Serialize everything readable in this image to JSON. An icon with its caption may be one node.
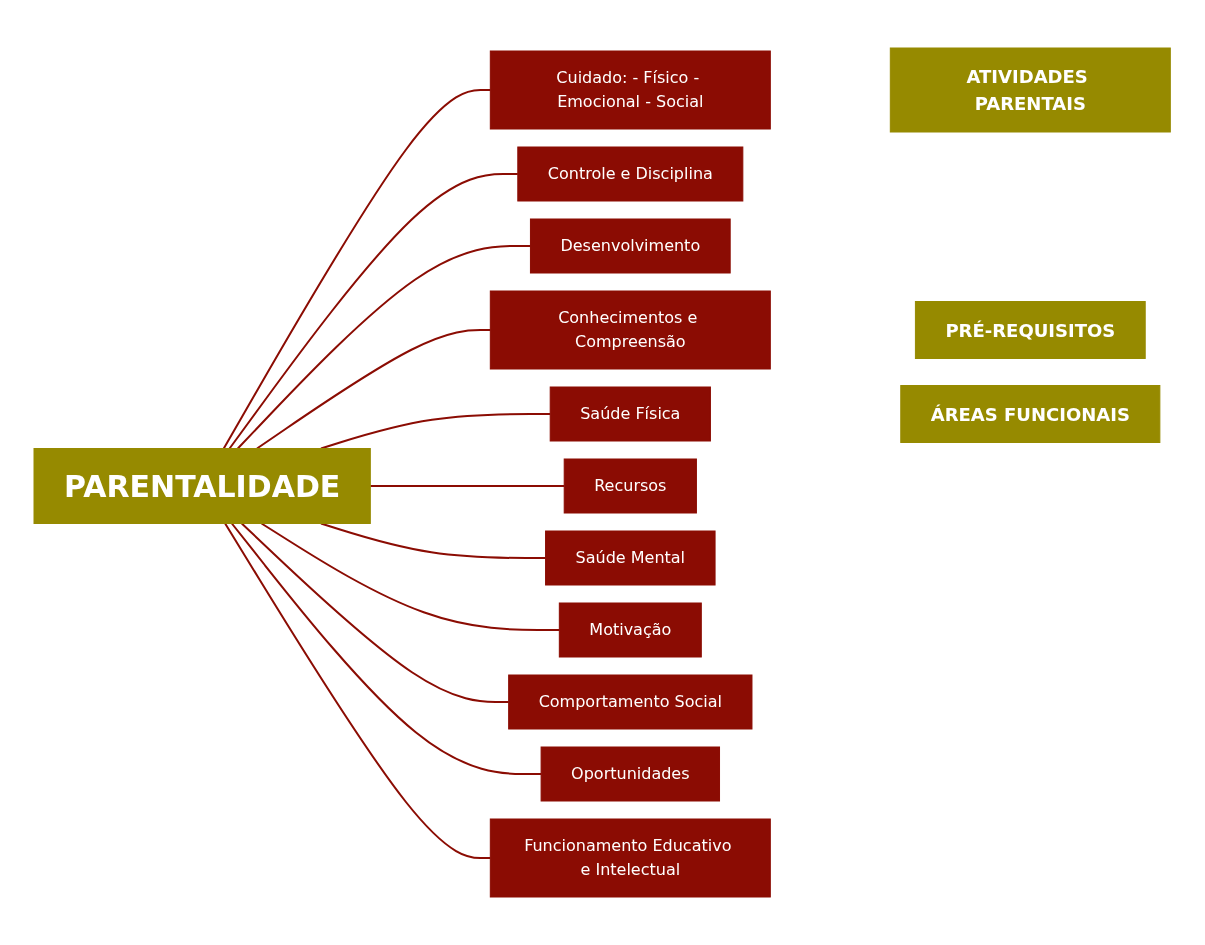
{
  "diagram": {
    "nodes": [
      {
        "text": [
          "ATIVIDADES PARENTAIS"
        ]
      },
      {
        "text": [
          "Cuidado: - Físico - Emocional - Social"
        ]
      },
      {
        "text": [
          "Controle e Disciplina"
        ]
      },
      {
        "text": [
          "Desenvolvimento"
        ]
      },
      {
        "text": [
          "PRÉ-REQUISITOS"
        ]
      },
      {
        "text": [
          "ÁREAS FUNCIONAIS"
        ]
      },
      {
        "text": [
          "Conhecimentos e Compreensão"
        ]
      },
      {
        "text": [
          "Saúde Física"
        ]
      },
      {
        "text": [
          "Recursos"
        ]
      },
      {
        "text": [
          "PARENTALIDADE"
        ]
      },
      {
        "text": [
          "Saúde Mental"
        ]
      },
      {
        "text": [
          "Motivação"
        ]
      },
      {
        "text": [
          "Comportamento Social"
        ]
      },
      {
        "text": [
          "Oportunidades"
        ]
      },
      {
        "text": [
          "Funcionamento Educativo e Intelectual"
        ]
      }
    ],
    "edges": [
      {
        "from": 9,
        "to": 1,
        "arrow": "none"
      },
      {
        "from": 9,
        "to": 2,
        "arrow": "none"
      },
      {
        "from": 9,
        "to": 3,
        "arrow": "none"
      },
      {
        "from": 9,
        "to": 6,
        "arrow": "none"
      },
      {
        "from": 9,
        "to": 7,
        "arrow": "none"
      },
      {
        "from": 9,
        "to": 8,
        "arrow": "none"
      },
      {
        "from": 9,
        "to": 10,
        "arrow": "none"
      },
      {
        "from": 9,
        "to": 11,
        "arrow": "none"
      },
      {
        "from": 9,
        "to": 12,
        "arrow": "none"
      },
      {
        "from": 9,
        "to": 13,
        "arrow": "none"
      },
      {
        "from": 9,
        "to": 14,
        "arrow": "none"
      }
    ]
  }
}
